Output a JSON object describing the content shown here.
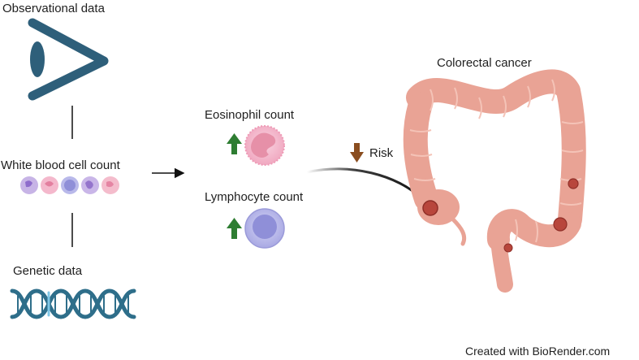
{
  "labels": {
    "observational": "Observational data",
    "wbc": "White blood cell count",
    "genetic": "Genetic data",
    "eosinophil": "Eosinophil count",
    "lymphocyte": "Lymphocyte count",
    "risk": "Risk",
    "crc": "Colorectal cancer",
    "credit": "Created with BioRender.com"
  },
  "colors": {
    "eye": "#2e5f7a",
    "dna": "#2e6e8a",
    "dna_accent": "#7fc6e6",
    "up_arrow": "#2e7d32",
    "down_arrow": "#8a4d1f",
    "eosinophil_outer": "#f4b6cc",
    "eosinophil_nucleus": "#e690a8",
    "lymphocyte_outer": "#b9b9ea",
    "lymphocyte_nucleus": "#8f8fd8",
    "colon": "#e9a395",
    "colon_light": "#f2bdb0",
    "tumor": "#b8463c"
  },
  "icons": {
    "eye": "eye-icon",
    "dna": "dna-helix-icon",
    "colon": "colon-icon"
  }
}
